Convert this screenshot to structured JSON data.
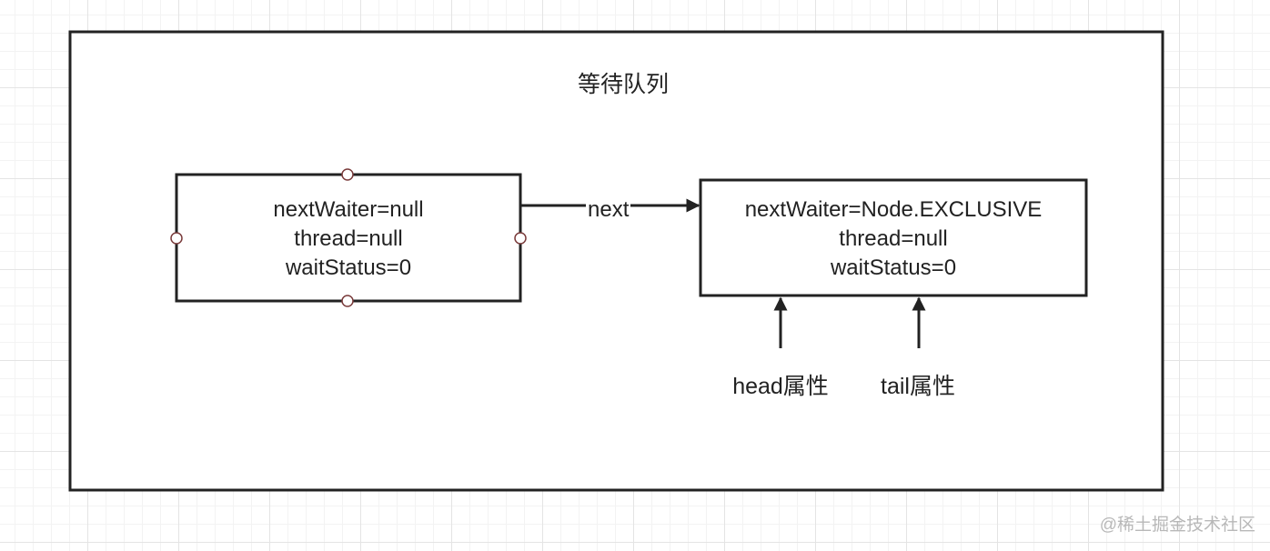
{
  "diagram": {
    "title": "等待队列",
    "node1": {
      "lines": [
        "nextWaiter=null",
        "thread=null",
        "waitStatus=0"
      ]
    },
    "node2": {
      "lines": [
        "nextWaiter=Node.EXCLUSIVE",
        "thread=null",
        "waitStatus=0"
      ]
    },
    "edge_label": "next",
    "pointer_labels": {
      "head": "head属性",
      "tail": "tail属性"
    }
  },
  "watermark": "@稀土掘金技术社区",
  "colors": {
    "stroke": "#222222",
    "handle_stroke": "#7a3b3b",
    "grid_major": "#e4e4e4",
    "grid_minor": "#f3f3f3",
    "watermark": "#b8b8b8"
  }
}
